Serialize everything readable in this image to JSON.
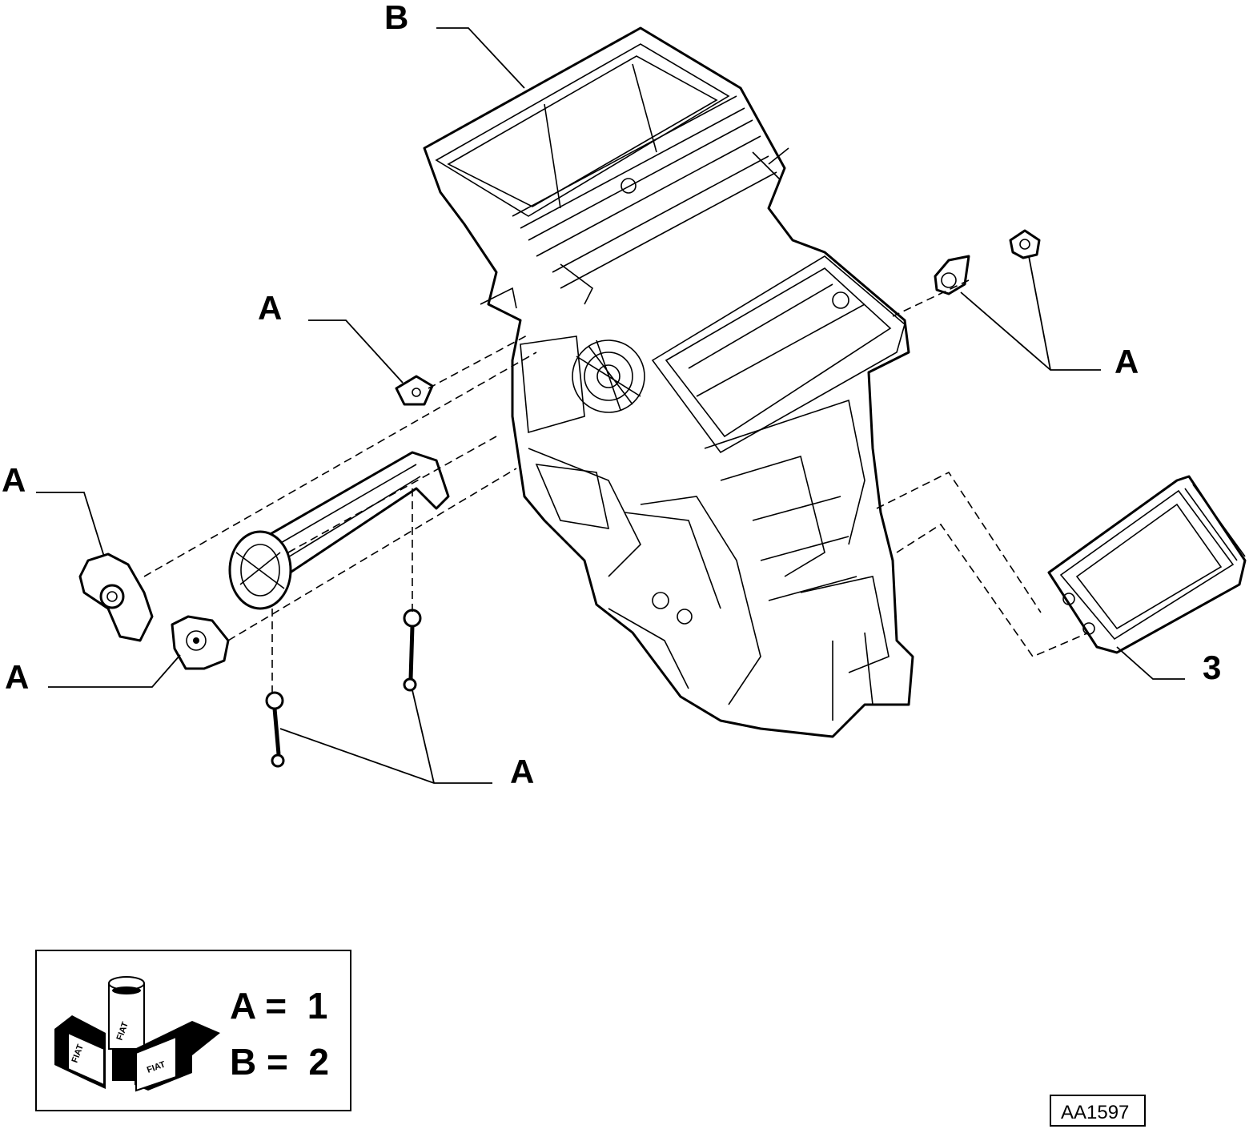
{
  "callouts": {
    "b_top": "B",
    "a_center": "A",
    "a_right": "A",
    "a_left_upper": "A",
    "a_left_lower": "A",
    "a_bottom": "A",
    "three": "3"
  },
  "legend": {
    "row1": "A =  1",
    "row2": "B =  2",
    "brand_mark": "FIAT"
  },
  "reference_code": "AA1597",
  "colors": {
    "ink": "#000000",
    "paper": "#ffffff"
  }
}
